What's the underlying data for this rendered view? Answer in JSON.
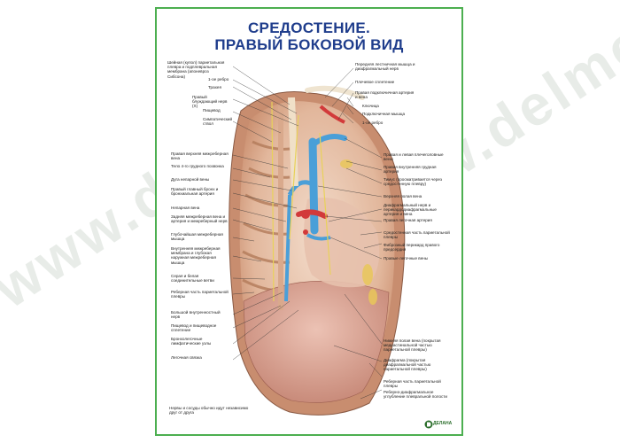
{
  "poster": {
    "title_line1": "СРЕДОСТЕНИЕ.",
    "title_line2": "ПРАВЫЙ БОКОВОЙ ВИД",
    "labels_left": [
      "Шейная (купол) париетальная плевра и подплевральная мембрана (апоневроз Сибсона)",
      "1-ое ребро",
      "Трахея",
      "Правый блуждающий нерв (X)",
      "Пищевод",
      "Симпатический ствол",
      "Правая верхняя межреберная вена",
      "Тело 4-го грудного позвонка",
      "Дуга непарной вены",
      "Правый главный бронх и бронхиальная артерия",
      "Непарная вена",
      "Задняя межреберная вена и артерия и межреберный нерв",
      "Глубочайшая межреберная мышца",
      "Внутренняя межреберная мембрана и глубокая наружная межреберная мышца",
      "Серая и белая соединительные ветви",
      "Реберная часть париетальной плевры",
      "Большой внутренностный нерв",
      "Пищевод и пищеводное сплетение",
      "Бронхолегочные лимфатические узлы",
      "Легочная связка"
    ],
    "labels_right": [
      "Передняя лестничная мышца и диафрагмальный нерв",
      "Плечевое сплетение",
      "Правая подключичная артерия и вена",
      "Ключица",
      "Подключичная мышца",
      "1-ое ребро",
      "Правая и левая плечеголовные вены",
      "Правая внутренняя грудная артерия",
      "Тимус (просматривается через средостенную плевру)",
      "Верхняя полая вена",
      "Диафрагмальный нерв и перикардодиафрагмальные артерия и вена",
      "Правая легочная артерия",
      "Средостенная часть париетальной плевры",
      "Фиброзный перикард правого предсердия",
      "Правые легочные вены",
      "Нижняя полая вена (покрытая медиастинальной частью париетальной плевры)",
      "Диафрагма (покрытая диафрагмальной частью париетальной плевры)",
      "Реберная часть париетальной плевры",
      "Реберно-диафрагмальное углубление плевральной полости"
    ],
    "footnote": "Нервы и сосуды обычно идут независимо друг от друга",
    "logo_text": "ДЕЛАНА",
    "colors": {
      "title": "#1f3d8c",
      "border": "#4caf50",
      "vein": "#4a9fd8",
      "artery": "#d23a3a",
      "pleura": "#d9b08f",
      "diaphragm": "#c98a7a"
    }
  },
  "watermark": {
    "text_1": "www.delmed.ru",
    "text_2": "www.delmed.ru"
  }
}
